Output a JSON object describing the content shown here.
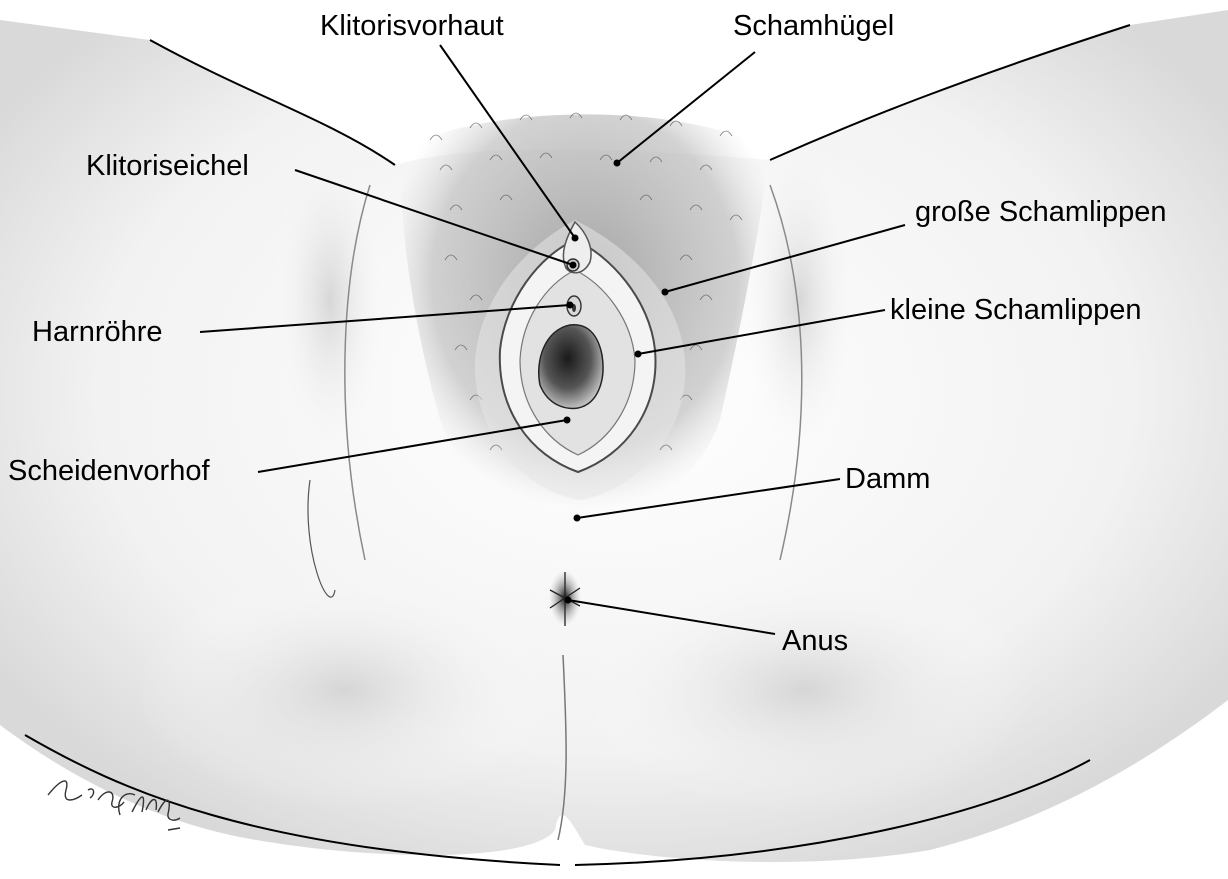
{
  "labels": {
    "clitoral_hood": "Klitorisvorhaut",
    "mons_pubis": "Schamhügel",
    "clitoral_glans": "Klitoriseichel",
    "labia_majora": "große Schamlippen",
    "labia_minora": "kleine Schamlippen",
    "urethra": "Harnröhre",
    "vestibule": "Scheidenvorhof",
    "perineum": "Damm",
    "anus": "Anus"
  },
  "signature": "Lisa Clark",
  "colors": {
    "background": "#ffffff",
    "line": "#000000",
    "hair": "#6a6a6a"
  }
}
